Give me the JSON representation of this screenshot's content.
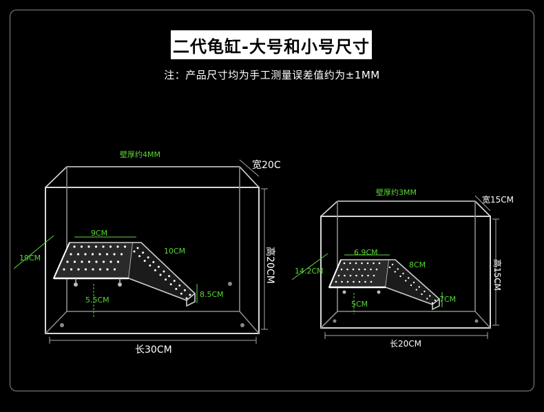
{
  "title": "二代龟缸-大号和小号尺寸",
  "note": "注：产品尺寸均为手工测量误差值约为±1MM",
  "large_tank": {
    "wall_thickness": "壁厚约4MM",
    "width": "宽20C",
    "height": "高20CM",
    "length": "长30CM",
    "platform_depth": "19CM",
    "platform_width": "9CM",
    "ramp_length": "10CM",
    "platform_height": "5.5CM",
    "ramp_height": "8.5CM"
  },
  "small_tank": {
    "wall_thickness": "壁厚约3MM",
    "width": "宽15CM",
    "height": "高15CM",
    "length": "长20CM",
    "platform_depth": "14.2CM",
    "platform_width": "6.9CM",
    "ramp_length": "8CM",
    "platform_height": "5CM",
    "ramp_height": "7CM"
  },
  "colors": {
    "background": "#000000",
    "label_green": "#59d934",
    "label_white": "#ffffff",
    "frame": "#8a8a8a"
  }
}
